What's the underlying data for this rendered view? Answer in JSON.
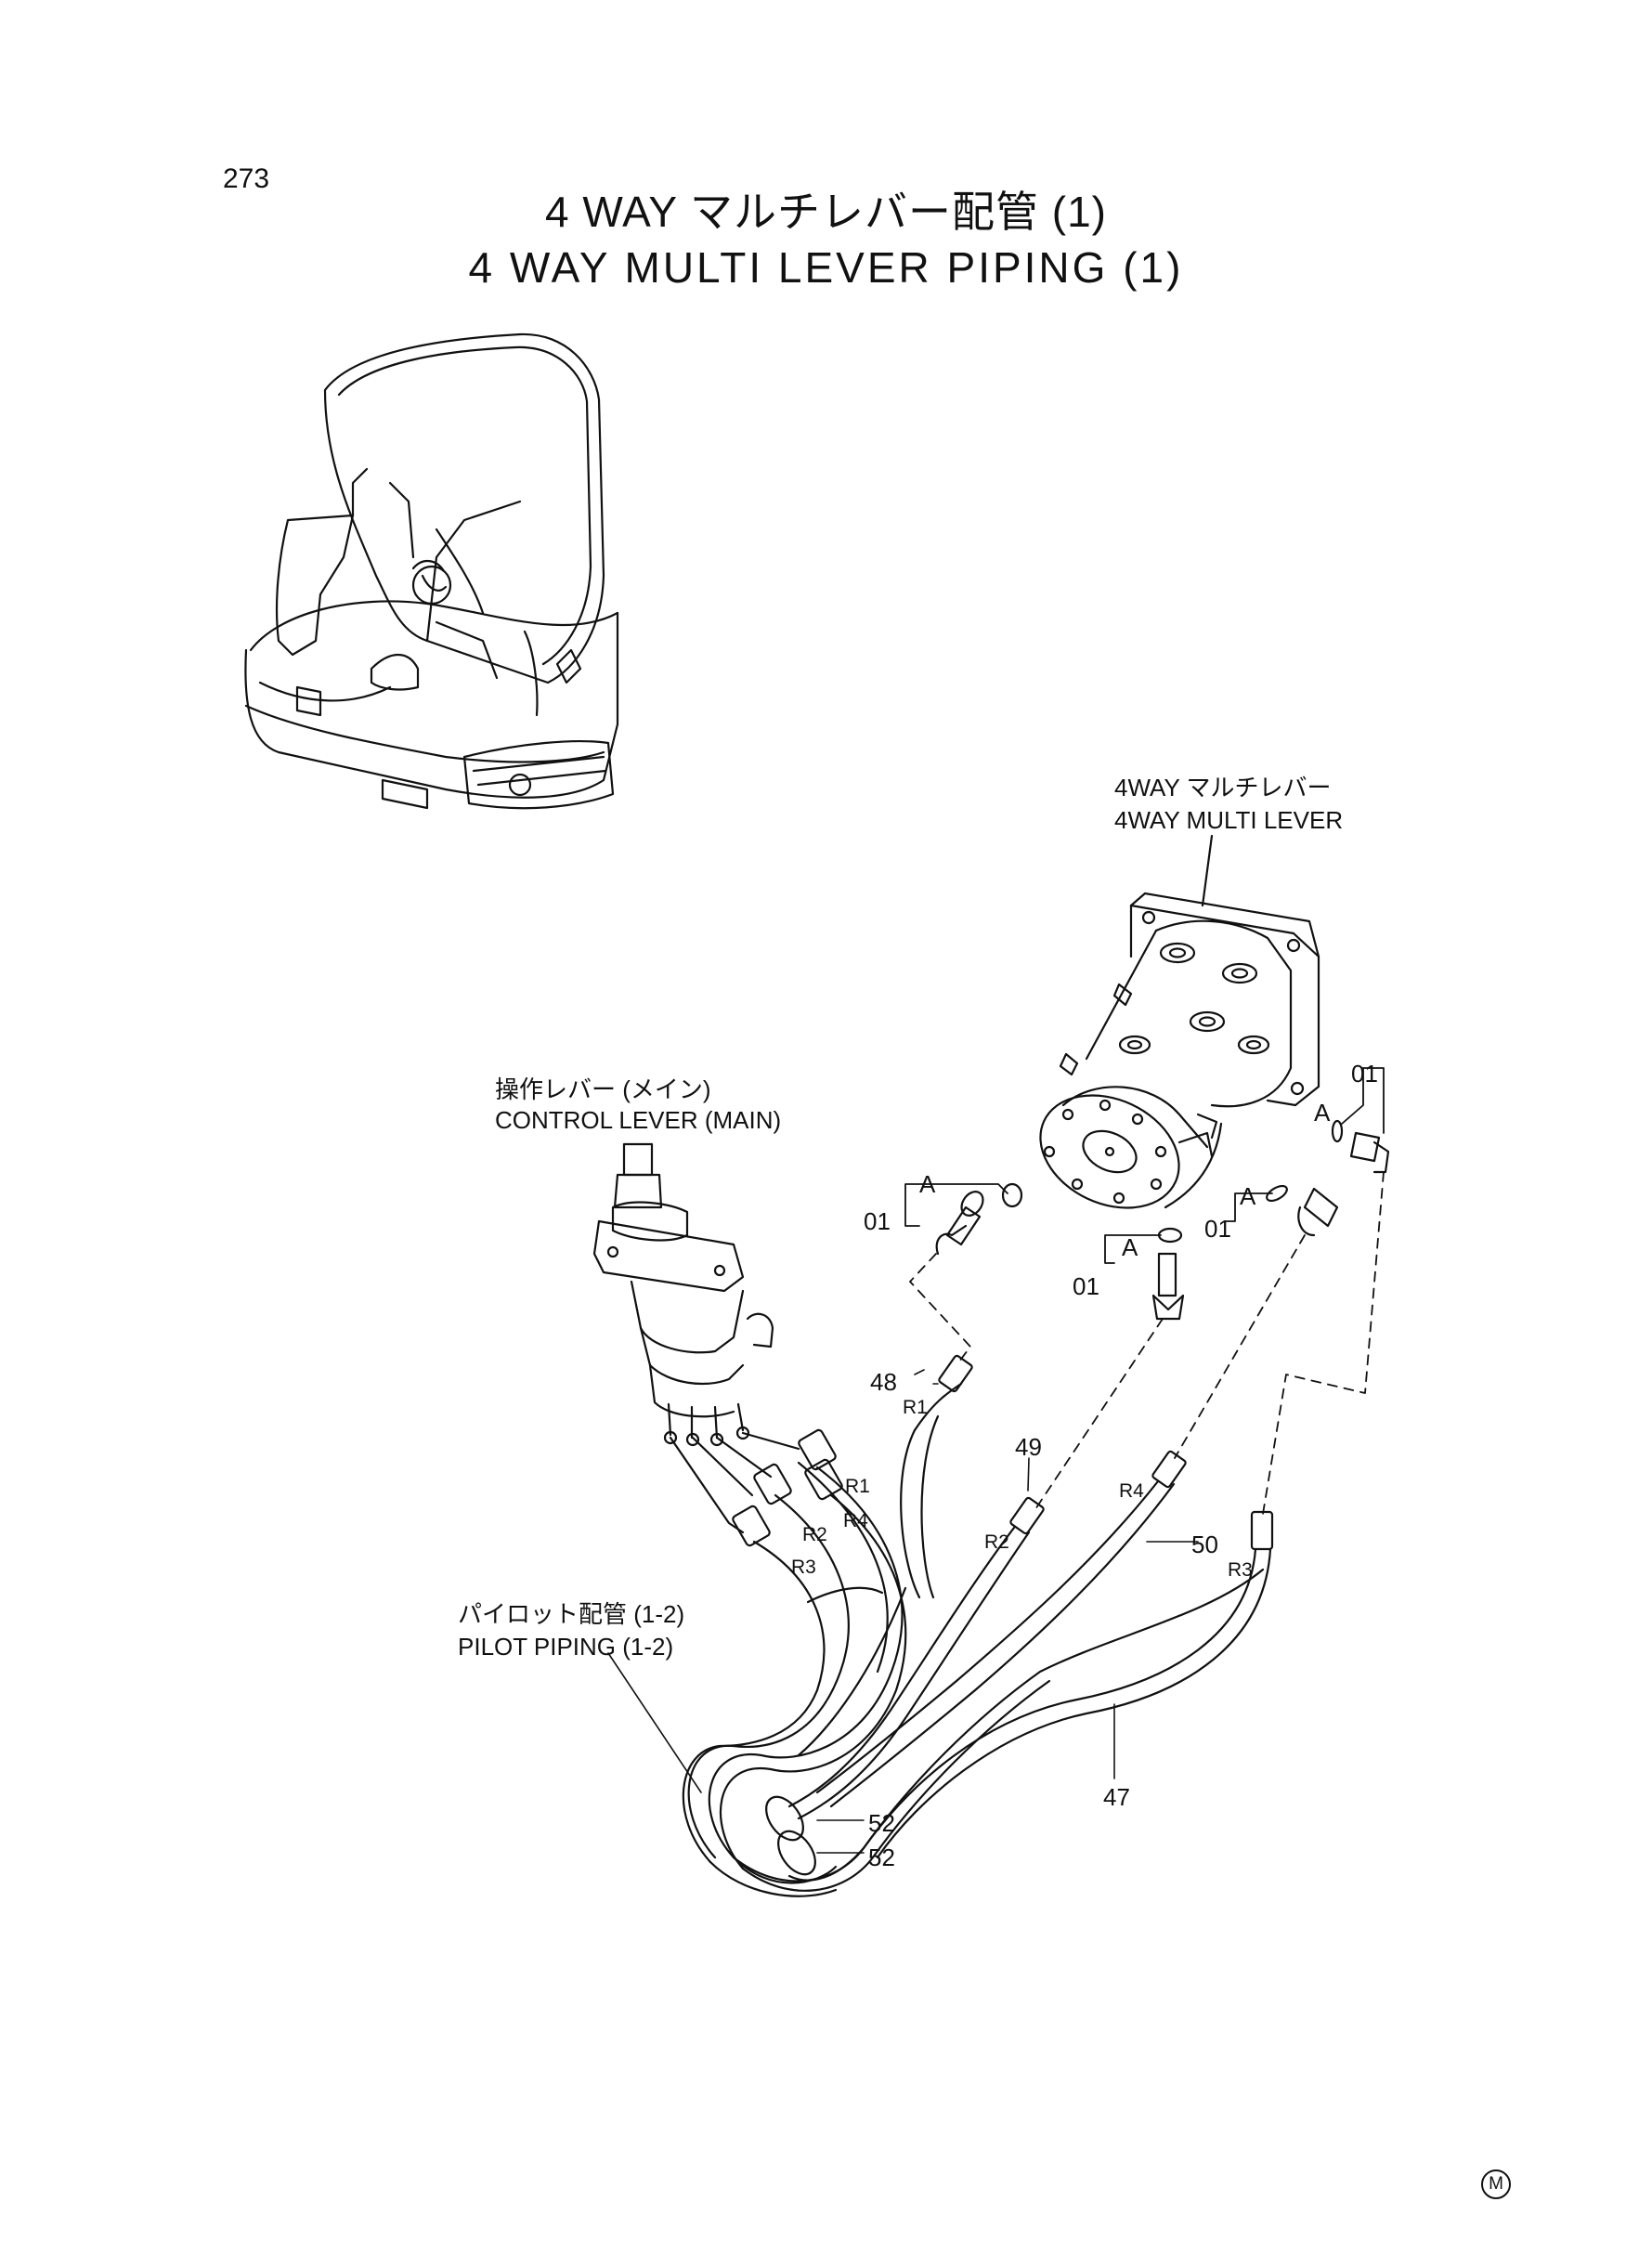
{
  "page": {
    "number": "273",
    "title_jp": "4 WAY マルチレバー配管 (1)",
    "title_en": "4 WAY MULTI LEVER PIPING (1)"
  },
  "labels": {
    "multi_lever_jp": "4WAY マルチレバー",
    "multi_lever_en": "4WAY MULTI LEVER",
    "control_lever_jp": "操作レバー (メイン)",
    "control_lever_en": "CONTROL LEVER (MAIN)",
    "pilot_piping_jp": "パイロット配管 (1-2)",
    "pilot_piping_en": "PILOT PIPING (1-2)"
  },
  "part_numbers": {
    "p01_top": "01",
    "p01_left": "01",
    "p01_mid": "01",
    "p01_right": "01",
    "p48": "48",
    "p49": "49",
    "p50": "50",
    "p47": "47",
    "p52_a": "52",
    "p52_b": "52"
  },
  "detail_markers": {
    "a1": "A",
    "a2": "A",
    "a3": "A",
    "a4": "A"
  },
  "ports": {
    "r1_lever": "R1",
    "r4_lever": "R4",
    "r2_lever": "R2",
    "r3_lever": "R3",
    "r1_hose": "R1",
    "r2_hose": "R2",
    "r4_hose": "R4",
    "r3_hose": "R3"
  },
  "corner_mark": "M"
}
